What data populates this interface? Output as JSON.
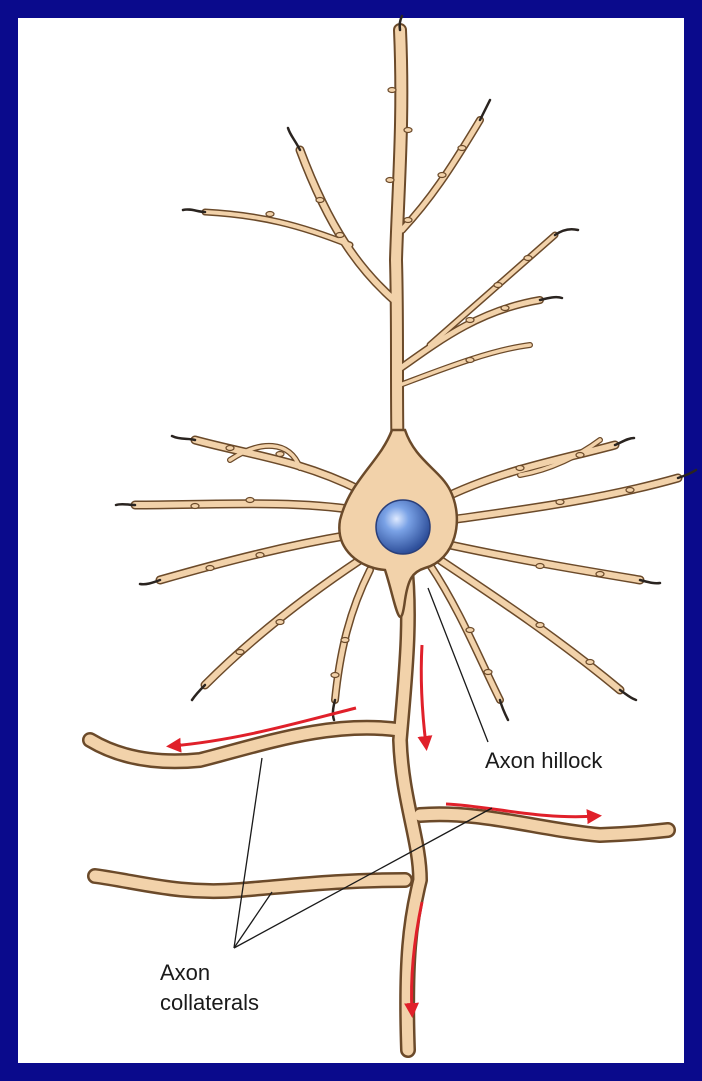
{
  "labels": {
    "axon_hillock": "Axon hillock",
    "axon_collaterals_line1": "Axon",
    "axon_collaterals_line2": "collaterals"
  },
  "colors": {
    "background": "#0a0a8c",
    "panel": "#ffffff",
    "neuron_fill": "#f2d2aa",
    "neuron_outline": "#6b4a2a",
    "nucleus": "#4a78c8",
    "arrow": "#e0202a",
    "leader_line": "#1a1a1a"
  }
}
